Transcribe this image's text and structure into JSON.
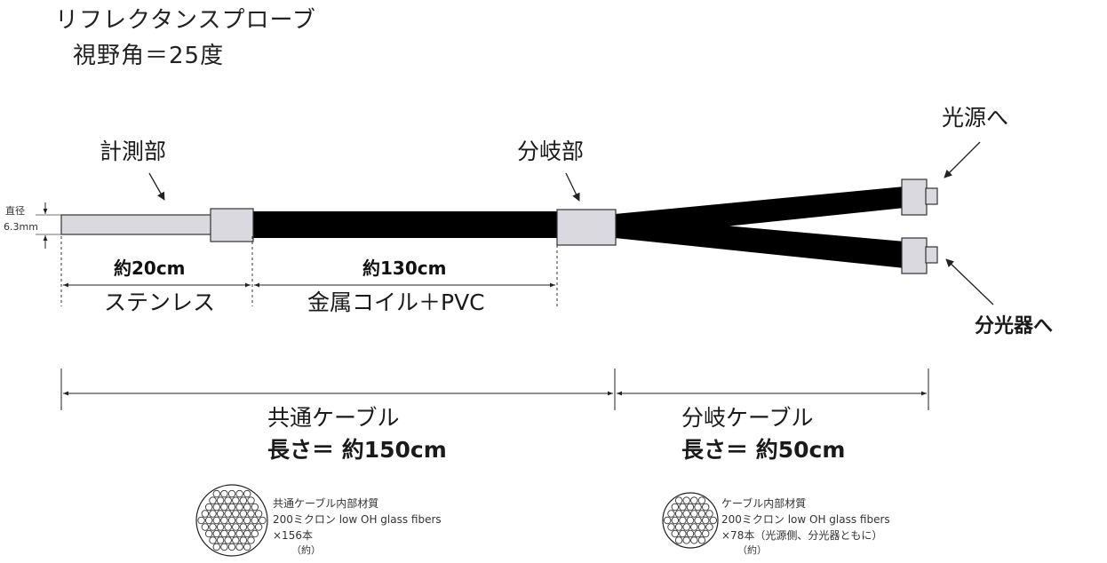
{
  "title": {
    "line1": "リフレクタンスプローブ",
    "line2": "視野角＝25度"
  },
  "labels": {
    "measure_part": "計測部",
    "branch_part": "分岐部",
    "to_light_source": "光源へ",
    "to_spectrometer": "分光器へ",
    "diameter_1": "直径",
    "diameter_2": "6.3mm"
  },
  "segments": {
    "steel_length": "約20cm",
    "steel_material": "ステンレス",
    "coil_length": "約130cm",
    "coil_material": "金属コイル＋PVC"
  },
  "cables": {
    "common": {
      "name": "共通ケーブル",
      "length": "長さ＝ 約150cm"
    },
    "branch": {
      "name": "分岐ケーブル",
      "length": "長さ＝  約50cm"
    }
  },
  "fibers": {
    "common": {
      "line1": "共通ケーブル内部材質",
      "line2": "200ミクロン low OH glass fibers",
      "line3": "×156本",
      "approx": "（約）"
    },
    "branch": {
      "line1": "ケーブル内部材質",
      "line2": "200ミクロン low OH glass fibers",
      "line3": "×78本（光源側、分光器ともに）",
      "approx": "（約）"
    }
  },
  "colors": {
    "cable": "#000000",
    "connector_fill": "#d9d9df",
    "steel_fill": "#d9d9df",
    "line": "#222222"
  }
}
